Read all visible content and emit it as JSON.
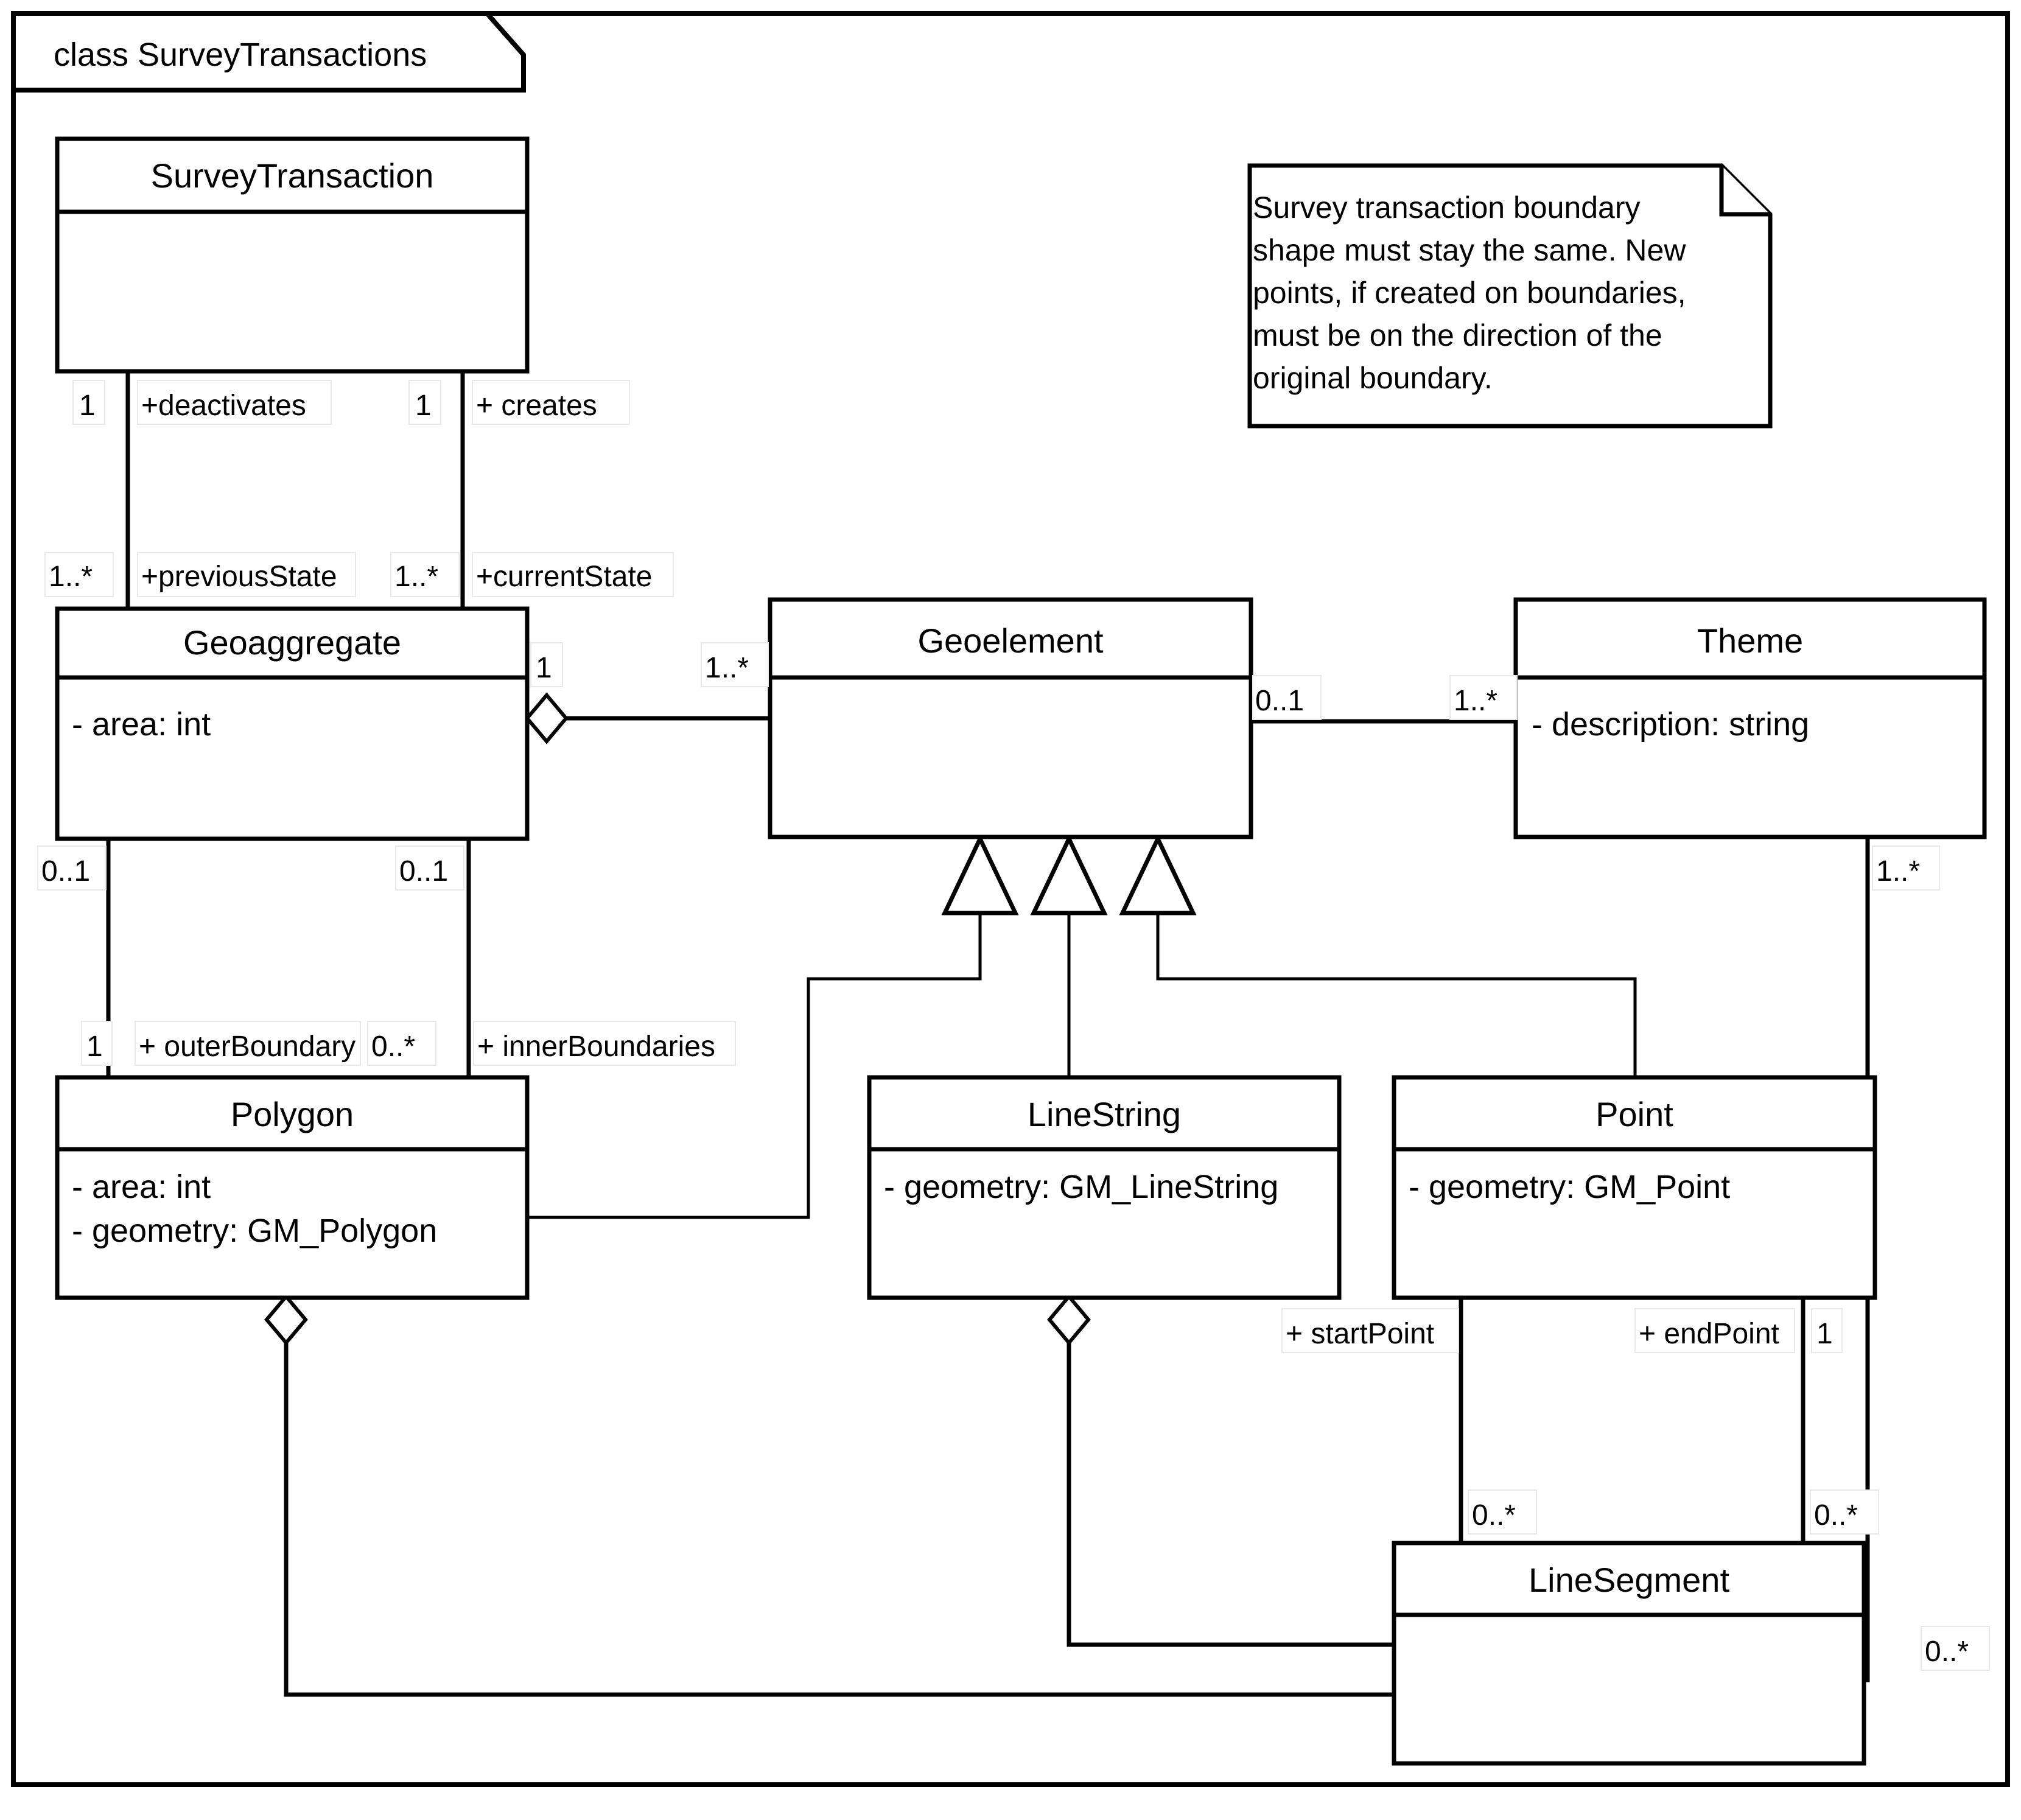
{
  "diagram": {
    "frame_title": "class SurveyTransactions",
    "note": {
      "lines": [
        "Survey transaction boundary",
        "shape must stay the same. New",
        "points, if created on boundaries,",
        "must be on the direction of the",
        "original boundary."
      ]
    },
    "classes": [
      {
        "id": "surveytransaction",
        "name": "SurveyTransaction",
        "attributes": []
      },
      {
        "id": "geoaggregate",
        "name": "Geoaggregate",
        "attributes": [
          "- area: int"
        ]
      },
      {
        "id": "geoelement",
        "name": "Geoelement",
        "attributes": []
      },
      {
        "id": "theme",
        "name": "Theme",
        "attributes": [
          "- description: string"
        ]
      },
      {
        "id": "polygon",
        "name": "Polygon",
        "attributes": [
          "- area: int",
          "- geometry: GM_Polygon"
        ]
      },
      {
        "id": "linestring",
        "name": "LineString",
        "attributes": [
          "- geometry: GM_LineString"
        ]
      },
      {
        "id": "point",
        "name": "Point",
        "attributes": [
          "- geometry: GM_Point"
        ]
      },
      {
        "id": "linesegment",
        "name": "LineSegment",
        "attributes": []
      }
    ],
    "labels": {
      "st_deactivates_mult": "1",
      "st_deactivates_role": "+deactivates",
      "st_creates_mult": "1",
      "st_creates_role": "+ creates",
      "ga_previousstate_mult": "1..*",
      "ga_previousstate_role": "+previousState",
      "ga_currentstate_mult": "1..*",
      "ga_currentstate_role": "+currentState",
      "ga_geoelement_mult_left": "1",
      "ga_geoelement_mult_right": "1..*",
      "geoelement_theme_mult_left": "0..1",
      "geoelement_theme_mult_right": "1..*",
      "ga_outer_mult_top": "0..1",
      "ga_inner_mult_top": "0..1",
      "poly_outer_mult": "1",
      "poly_outer_role": "+ outerBoundary",
      "poly_inner_mult": "0..*",
      "poly_inner_role": "+ innerBoundaries",
      "point_start_role": "+ startPoint",
      "point_end_role": "+ endPoint",
      "point_end_mult": "1",
      "seg_start_mult": "0..*",
      "seg_end_mult": "0..*",
      "theme_seg_mult_top": "1..*",
      "theme_seg_mult_bottom": "0..*"
    },
    "colors": {
      "stroke": "#000000",
      "fill": "#ffffff"
    }
  }
}
